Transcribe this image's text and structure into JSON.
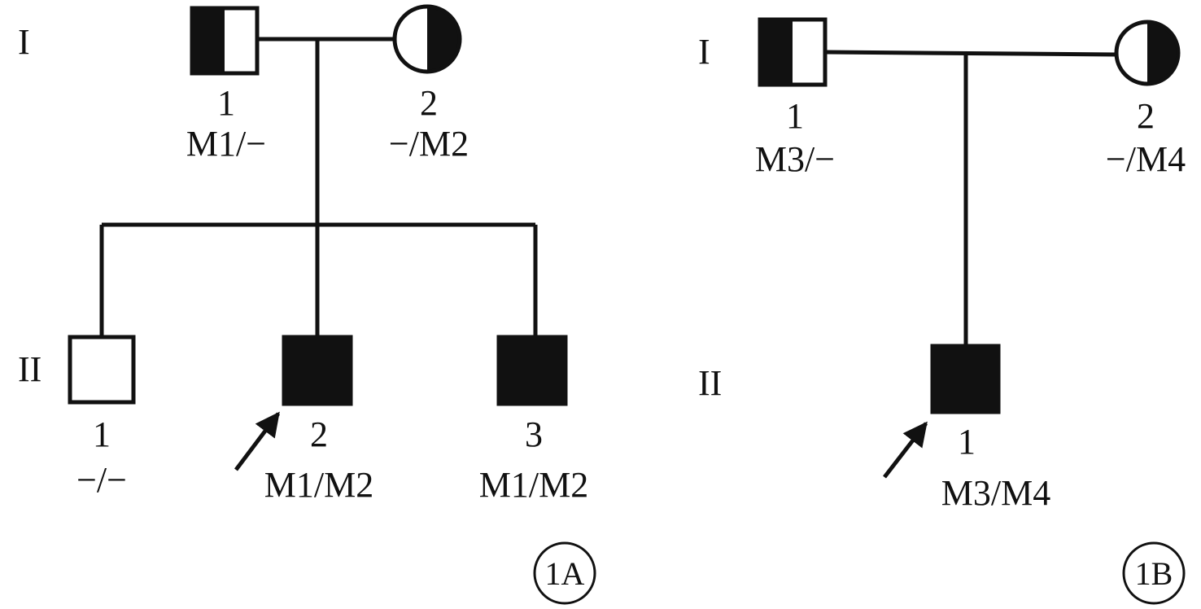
{
  "colors": {
    "ink": "#111111",
    "paper": "#ffffff"
  },
  "panels": [
    {
      "tag": "1A",
      "generations": [
        "I",
        "II"
      ],
      "members": [
        {
          "id": "A-I-1",
          "sex": "male",
          "status": "carrier",
          "number": "1",
          "genotype": "M1/−"
        },
        {
          "id": "A-I-2",
          "sex": "female",
          "status": "carrier",
          "number": "2",
          "genotype": "−/M2"
        },
        {
          "id": "A-II-1",
          "sex": "male",
          "status": "unaffected",
          "number": "1",
          "genotype": "−/−"
        },
        {
          "id": "A-II-2",
          "sex": "male",
          "status": "affected",
          "proband": true,
          "number": "2",
          "genotype": "M1/M2"
        },
        {
          "id": "A-II-3",
          "sex": "male",
          "status": "affected",
          "number": "3",
          "genotype": "M1/M2"
        }
      ]
    },
    {
      "tag": "1B",
      "generations": [
        "I",
        "II"
      ],
      "members": [
        {
          "id": "B-I-1",
          "sex": "male",
          "status": "carrier",
          "number": "1",
          "genotype": "M3/−"
        },
        {
          "id": "B-I-2",
          "sex": "female",
          "status": "carrier",
          "number": "2",
          "genotype": "−/M4"
        },
        {
          "id": "B-II-1",
          "sex": "male",
          "status": "affected",
          "proband": true,
          "number": "1",
          "genotype": "M3/M4"
        }
      ]
    }
  ]
}
